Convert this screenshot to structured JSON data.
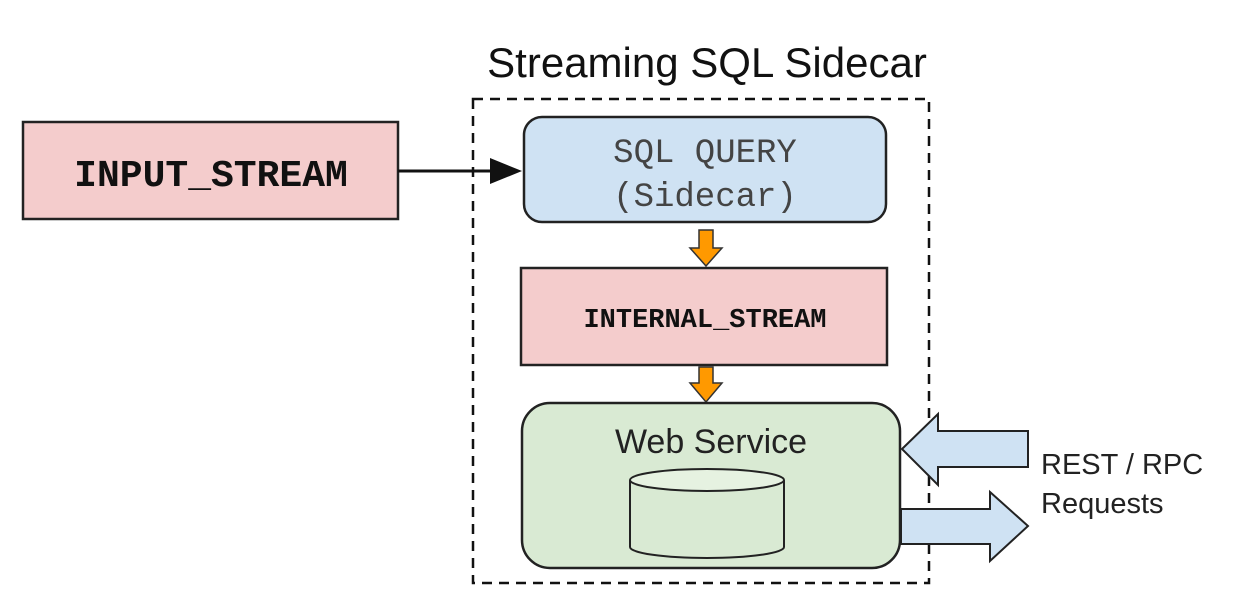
{
  "title": "Streaming SQL Sidecar",
  "nodes": {
    "input_stream": {
      "label": "INPUT_STREAM",
      "fill": "#f4cccc"
    },
    "sql_query": {
      "line1": "SQL QUERY",
      "line2": "(Sidecar)",
      "fill": "#cfe2f3"
    },
    "internal_stream": {
      "label": "INTERNAL_STREAM",
      "fill": "#f4cccc"
    },
    "web_service": {
      "label": "Web Service",
      "fill": "#d9ead3"
    }
  },
  "requests": {
    "line1": "REST / RPC",
    "line2": "Requests",
    "fill": "#cfe2f3"
  },
  "colors": {
    "flow_arrow": "#ff9900",
    "stroke": "#222222"
  }
}
